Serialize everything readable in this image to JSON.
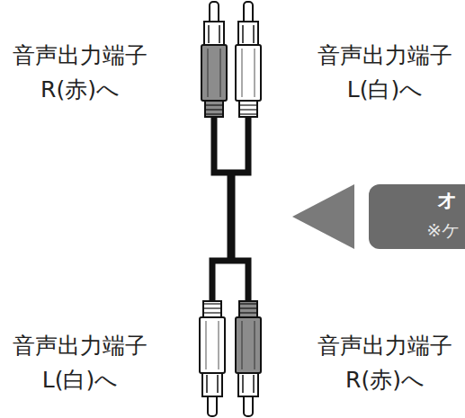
{
  "diagram": {
    "nodes": [
      {
        "text": [
          "オ",
          "※ケ"
        ]
      }
    ],
    "labels": [
      "音声出力端子 R(赤)へ",
      "音声出力端子 L(白)へ",
      "音声出力端子 L(白)へ",
      "音声出力端子 R(赤)へ"
    ]
  }
}
